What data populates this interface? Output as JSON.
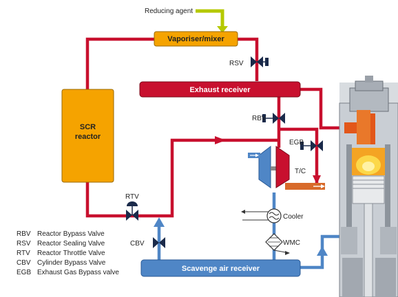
{
  "labels": {
    "reducing_agent": "Reducing agent",
    "vaporiser": "Vaporiser/mixer",
    "exhaust_receiver": "Exhaust receiver",
    "scr_line1": "SCR",
    "scr_line2": "reactor",
    "scavenge_receiver": "Scavenge air receiver",
    "tc": "T/C",
    "cooler": "Cooler",
    "wmc": "WMC"
  },
  "valves": {
    "rsv": "RSV",
    "rbv": "RBV",
    "egb": "EGB",
    "rtv": "RTV",
    "cbv": "CBV"
  },
  "legend": [
    {
      "abbr": "RBV",
      "text": "Reactor Bypass Valve"
    },
    {
      "abbr": "RSV",
      "text": "Reactor Sealing Valve"
    },
    {
      "abbr": "RTV",
      "text": "Reactor Throttle Valve"
    },
    {
      "abbr": "CBV",
      "text": "Cylinder Bypass Valve"
    },
    {
      "abbr": "EGB",
      "text": "Exhaust Gas Bypass valve"
    }
  ],
  "colors": {
    "exhaust": "#c8102e",
    "air": "#4f86c6",
    "reactor": "#f5a300",
    "reducing": "#b5c900",
    "orange_pipe": "#e07020"
  }
}
